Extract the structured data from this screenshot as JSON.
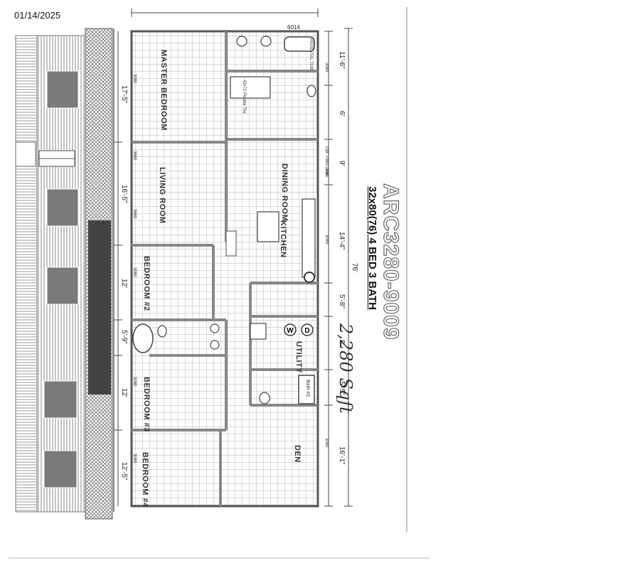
{
  "header": {
    "date": "01/14/2025"
  },
  "model": {
    "number": "ARC3280-9009",
    "description": "32x80(76) 4 BED 3 BATH",
    "handwritten_sqft": "2,280 Sqft"
  },
  "rooms": {
    "master_bedroom": "MASTER BEDROOM",
    "living_room": "LIVING ROOM",
    "dining_room": "DINING ROOM",
    "kitchen": "KITCHEN",
    "bedroom2": "BEDROOM #2",
    "bedroom3": "BEDROOM #3",
    "bedroom4": "BEDROOM #4",
    "utility": "UTILITY",
    "den": "DEN",
    "bath2": "Bath #2"
  },
  "right_dims": {
    "d1": "11'-6\"",
    "d2": "6'",
    "d3": "9'",
    "d4": "14'-4\"",
    "d5": "5'-8\"",
    "d6": "8'",
    "d7": "5'-5\"",
    "d8": "16'-1\"",
    "overall": "76'"
  },
  "left_dims": {
    "d1": "17'-5\"",
    "d2": "16'-5\"",
    "d3": "12'",
    "d4": "5'-9\"",
    "d5": "12'",
    "d6": "12'-5\""
  },
  "top_dims": {
    "window": "6014"
  },
  "labels": {
    "pedestal_tub": "PEDESTAL TUB",
    "pebble_tile": "42x72 Pebble Tile",
    "patio_door": "Opt. Patio Door",
    "window_3080": "3080",
    "window_3060": "3060",
    "window_3660": "3660",
    "window_3045": "3045",
    "washer": "W",
    "dryer": "D"
  }
}
